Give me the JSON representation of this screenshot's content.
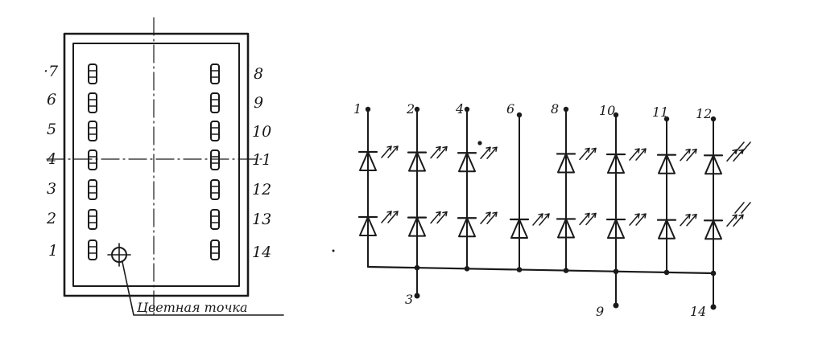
{
  "package": {
    "left_pins": [
      "·7",
      "6",
      "5",
      "4",
      "3",
      "2",
      "1"
    ],
    "right_pins": [
      "8",
      "9",
      "10",
      "11",
      "12",
      "13",
      "14"
    ],
    "marker_label": "Цветная точка"
  },
  "schematic": {
    "top_terminals": [
      "1",
      "2",
      "4",
      "6",
      "8",
      "10",
      "11",
      "12"
    ],
    "bottom_terminals": [
      "3",
      "9",
      "14"
    ]
  }
}
